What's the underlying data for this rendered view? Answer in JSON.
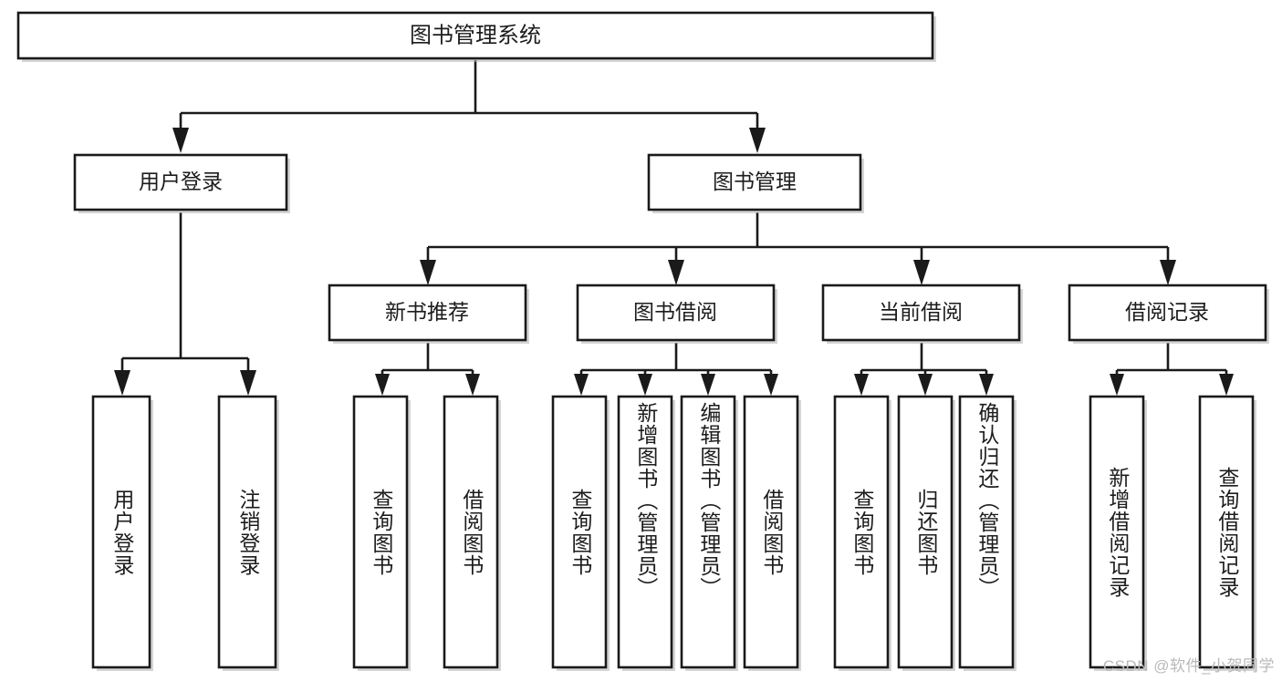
{
  "diagram": {
    "type": "tree-hierarchy",
    "title": "图书管理系统",
    "root": {
      "label": "图书管理系统"
    },
    "level2": [
      {
        "label": "用户登录"
      },
      {
        "label": "图书管理"
      }
    ],
    "level3": [
      {
        "label": "新书推荐"
      },
      {
        "label": "图书借阅"
      },
      {
        "label": "当前借阅"
      },
      {
        "label": "借阅记录"
      }
    ],
    "leaves": [
      {
        "label": "用户登录",
        "parent": "用户登录"
      },
      {
        "label": "注销登录",
        "parent": "用户登录"
      },
      {
        "label": "查询图书",
        "parent": "新书推荐"
      },
      {
        "label": "借阅图书",
        "parent": "新书推荐"
      },
      {
        "label": "查询图书",
        "parent": "图书借阅"
      },
      {
        "label": "新增图书（管理员）",
        "parent": "图书借阅"
      },
      {
        "label": "编辑图书（管理员）",
        "parent": "图书借阅"
      },
      {
        "label": "借阅图书",
        "parent": "图书借阅"
      },
      {
        "label": "查询图书",
        "parent": "当前借阅"
      },
      {
        "label": "归还图书",
        "parent": "当前借阅"
      },
      {
        "label": "确认归还（管理员）",
        "parent": "当前借阅"
      },
      {
        "label": "新增借阅记录",
        "parent": "借阅记录"
      },
      {
        "label": "查询借阅记录",
        "parent": "借阅记录"
      }
    ],
    "watermark": "CSDN @软件_小贺同学",
    "colors": {
      "stroke": "#1a1a1a",
      "fill": "#ffffff",
      "text": "#1c1c1c",
      "watermark": "#b9b9b9",
      "background": "#ffffff"
    }
  }
}
